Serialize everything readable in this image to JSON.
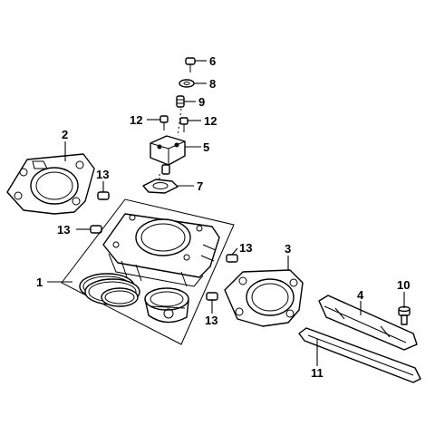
{
  "diagram": {
    "callouts": [
      {
        "id": "c1",
        "label": "1"
      },
      {
        "id": "c2",
        "label": "2"
      },
      {
        "id": "c3",
        "label": "3"
      },
      {
        "id": "c4",
        "label": "4"
      },
      {
        "id": "c5",
        "label": "5"
      },
      {
        "id": "c6",
        "label": "6"
      },
      {
        "id": "c7",
        "label": "7"
      },
      {
        "id": "c8",
        "label": "8"
      },
      {
        "id": "c9",
        "label": "9"
      },
      {
        "id": "c10",
        "label": "10"
      },
      {
        "id": "c11",
        "label": "11"
      },
      {
        "id": "c12a",
        "label": "12"
      },
      {
        "id": "c12b",
        "label": "12"
      },
      {
        "id": "c13a",
        "label": "13"
      },
      {
        "id": "c13b",
        "label": "13"
      },
      {
        "id": "c13c",
        "label": "13"
      },
      {
        "id": "c13d",
        "label": "13"
      }
    ]
  }
}
